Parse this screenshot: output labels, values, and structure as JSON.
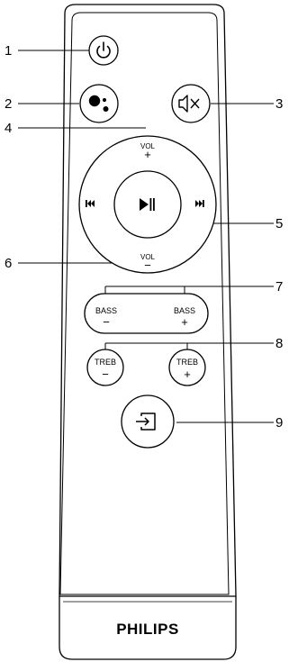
{
  "callouts": [
    "1",
    "2",
    "3",
    "4",
    "5",
    "6",
    "7",
    "8",
    "9"
  ],
  "buttons": {
    "vol_label": "VOL",
    "vol_up_symbol": "+",
    "vol_down_symbol": "−",
    "bass_label": "BASS",
    "bass_down_symbol": "−",
    "bass_up_symbol": "+",
    "treb_label": "TREB",
    "treb_down_symbol": "−",
    "treb_up_symbol": "+"
  },
  "icons": {
    "power": "power-icon",
    "assistant": "google-assistant-icon",
    "mute": "mute-icon",
    "play_pause": "play-pause-icon",
    "previous": "previous-track-icon",
    "next": "next-track-icon",
    "source": "source-input-icon"
  },
  "brand": "PHILIPS"
}
